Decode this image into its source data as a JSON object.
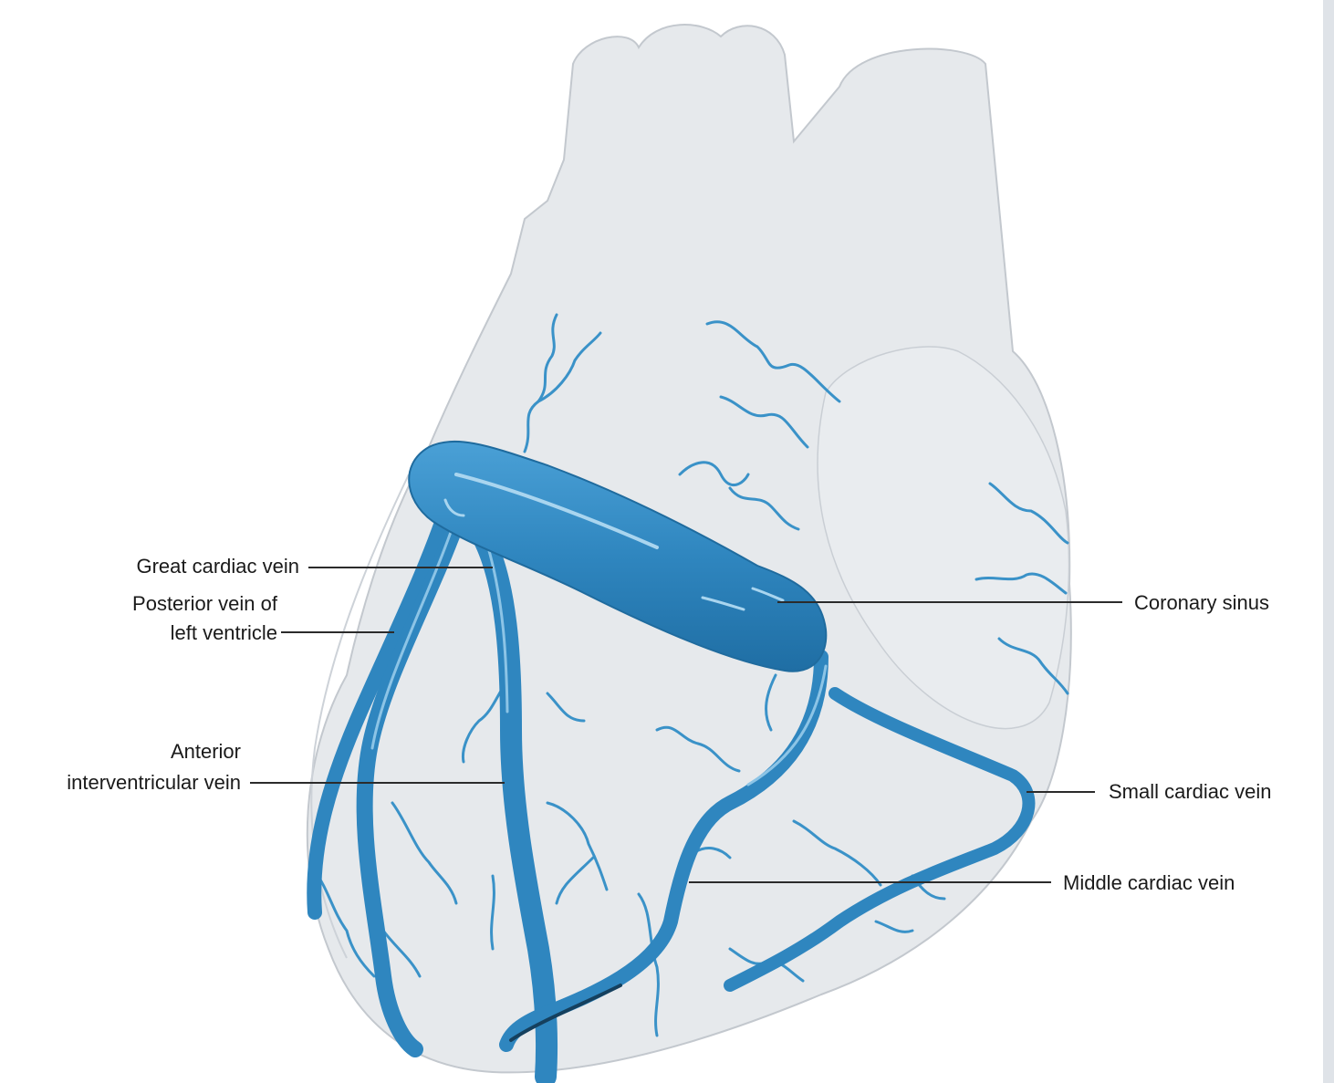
{
  "labels": {
    "great_cardiac_vein": "Great cardiac vein",
    "posterior_vein_line1": "Posterior vein of",
    "posterior_vein_line2": "left ventricle",
    "anterior_line1": "Anterior",
    "anterior_line2": "interventricular vein",
    "coronary_sinus": "Coronary sinus",
    "small_cardiac_vein": "Small cardiac vein",
    "middle_cardiac_vein": "Middle cardiac vein"
  },
  "colors": {
    "heart_fill": "#e6e9ec",
    "heart_outline": "#c3c8ce",
    "vein": "#2f86bf",
    "vein_dark": "#1f6b9e",
    "leader": "#2b2b2b"
  }
}
